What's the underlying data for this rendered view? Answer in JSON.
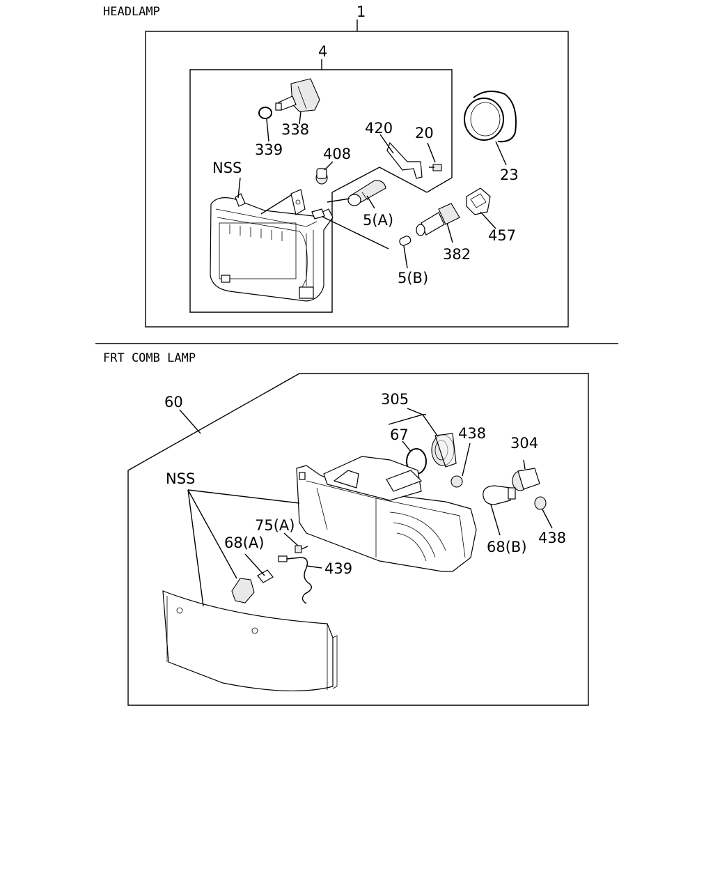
{
  "sections": [
    {
      "title": "HEADLAMP"
    },
    {
      "title": "FRT COMB LAMP"
    }
  ],
  "headlamp_labels": {
    "l1": "1",
    "l4": "4",
    "l338": "338",
    "l339": "339",
    "l408": "408",
    "l420": "420",
    "l20": "20",
    "l23": "23",
    "nss": "NSS",
    "l5a": "5(A)",
    "l5b": "5(B)",
    "l382": "382",
    "l457": "457"
  },
  "comb_labels": {
    "l60": "60",
    "l305": "305",
    "l67": "67",
    "l438a": "438",
    "l304": "304",
    "nss": "NSS",
    "l75a": "75(A)",
    "l68a": "68(A)",
    "l439": "439",
    "l68b": "68(B)",
    "l438b": "438"
  }
}
